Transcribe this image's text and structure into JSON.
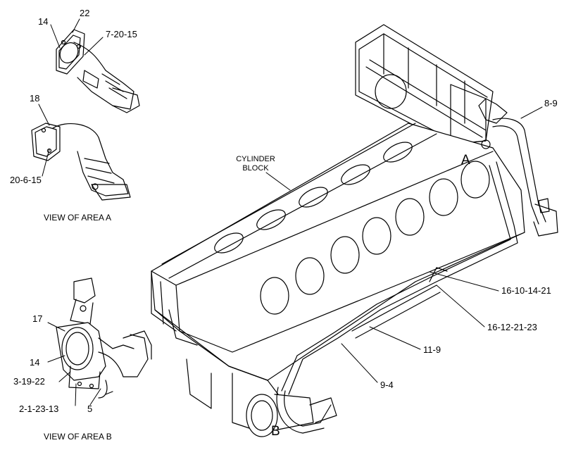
{
  "labels": {
    "a14": "14",
    "a22": "22",
    "a7_20_15": "7-20-15",
    "a18": "18",
    "a20_6_15": "20-6-15",
    "b17": "17",
    "b14": "14",
    "b3_19_22": "3-19-22",
    "b2_1_23_13": "2-1-23-13",
    "b5": "5",
    "m8_9": "8-9",
    "m16_10_14_21": "16-10-14-21",
    "m16_12_21_23": "16-12-21-23",
    "m11_9": "11-9",
    "m9_4": "9-4"
  },
  "area_letters": {
    "a": "A",
    "b": "B"
  },
  "block_label": {
    "line1": "CYLINDER",
    "line2": "BLOCK"
  },
  "captions": {
    "view_a": "VIEW OF AREA A",
    "view_b": "VIEW OF AREA B"
  },
  "colors": {
    "ink": "#000000",
    "paper": "#ffffff"
  }
}
